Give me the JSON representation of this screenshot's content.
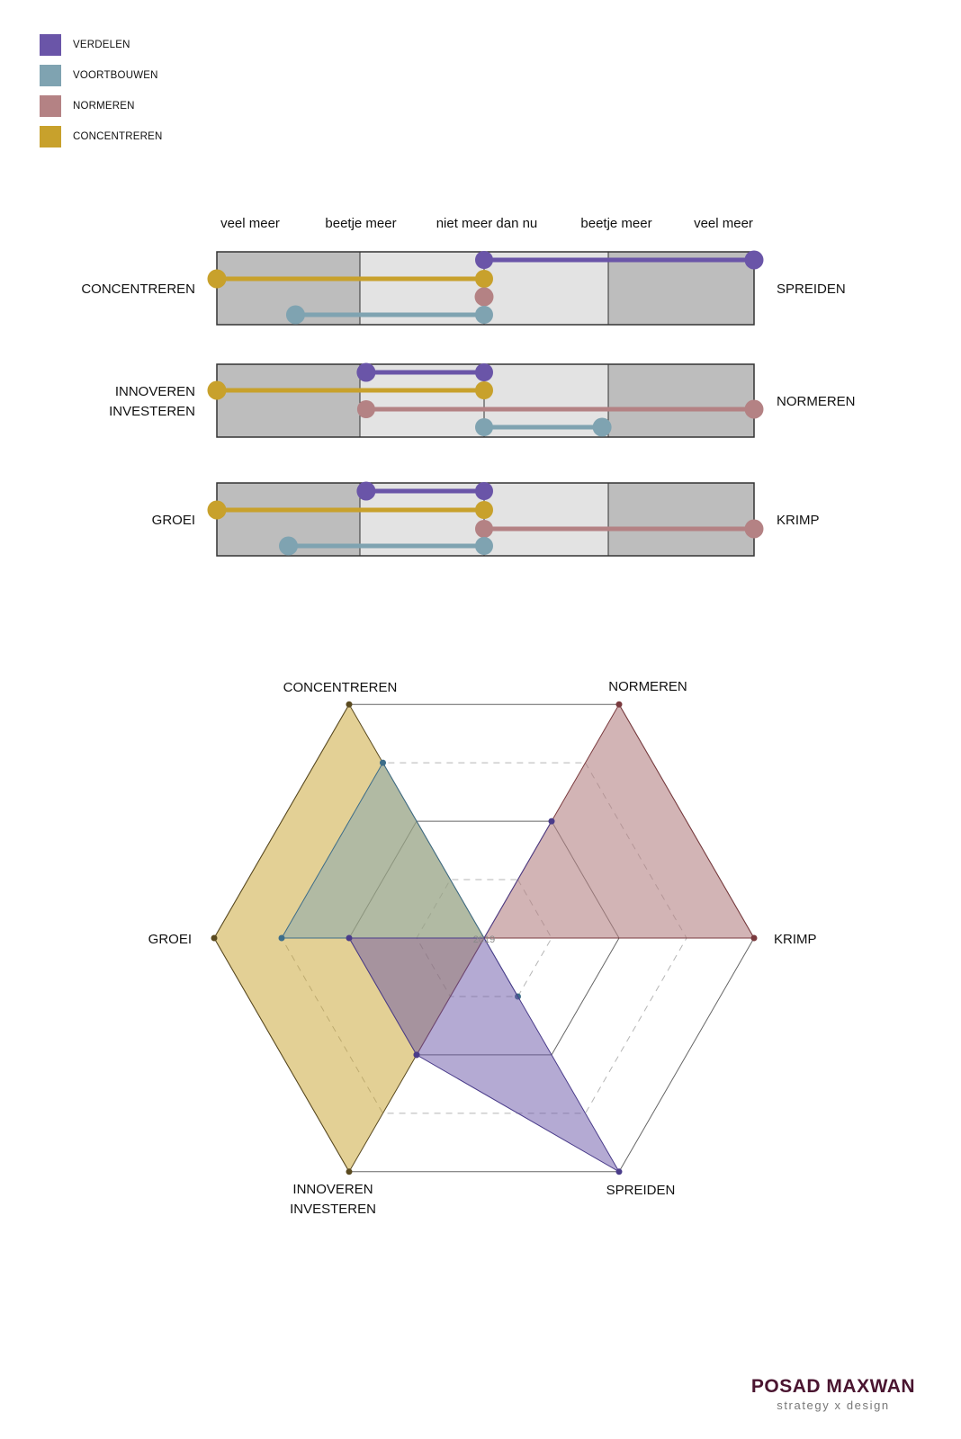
{
  "colors": {
    "verdelen": "#6a55a8",
    "voortbouwen": "#7fa3b1",
    "normeren": "#b48284",
    "concentreren": "#c8a12c",
    "bar_dark": "#bdbdbd",
    "bar_light": "#e3e3e3",
    "brand": "#4a1530"
  },
  "legend": [
    {
      "key": "verdelen",
      "label": "VERDELEN"
    },
    {
      "key": "voortbouwen",
      "label": "VOORTBOUWEN"
    },
    {
      "key": "normeren",
      "label": "NORMEREN"
    },
    {
      "key": "concentreren",
      "label": "CONCENTREREN"
    }
  ],
  "chart_data": [
    {
      "type": "dumbbell",
      "scale_labels": [
        "veel meer",
        "beetje meer",
        "niet meer dan nu",
        "beetje meer",
        "veel meer"
      ],
      "scale_range": [
        -2,
        2
      ],
      "rows": [
        {
          "left_label": [
            "CONCENTREREN"
          ],
          "right_label": [
            "SPREIDEN"
          ],
          "series": [
            {
              "key": "verdelen",
              "from": 0,
              "to": 2
            },
            {
              "key": "concentreren",
              "from": 0,
              "to": -2
            },
            {
              "key": "normeren",
              "from": 0,
              "to": 0
            },
            {
              "key": "voortbouwen",
              "from": 0,
              "to": -1.45
            }
          ]
        },
        {
          "left_label": [
            "INNOVEREN",
            "INVESTEREN"
          ],
          "right_label": [
            "NORMEREN"
          ],
          "series": [
            {
              "key": "verdelen",
              "from": 0,
              "to": -0.95
            },
            {
              "key": "concentreren",
              "from": 0,
              "to": -2
            },
            {
              "key": "normeren",
              "from": -0.95,
              "to": 2
            },
            {
              "key": "voortbouwen",
              "from": 0,
              "to": 0.95
            }
          ]
        },
        {
          "left_label": [
            "GROEI"
          ],
          "right_label": [
            "KRIMP"
          ],
          "series": [
            {
              "key": "verdelen",
              "from": 0,
              "to": -0.95
            },
            {
              "key": "concentreren",
              "from": 0,
              "to": -2
            },
            {
              "key": "normeren",
              "from": 0,
              "to": 2
            },
            {
              "key": "voortbouwen",
              "from": 0,
              "to": -1.5
            }
          ]
        }
      ]
    },
    {
      "type": "radar",
      "center_label": "2019",
      "axes": [
        {
          "key": "normeren",
          "label": [
            "NORMEREN"
          ]
        },
        {
          "key": "krimp",
          "label": [
            "KRIMP"
          ]
        },
        {
          "key": "spreiden",
          "label": [
            "SPREIDEN"
          ]
        },
        {
          "key": "innoveren",
          "label": [
            "INNOVEREN",
            "INVESTEREN"
          ]
        },
        {
          "key": "groei",
          "label": [
            "GROEI"
          ]
        },
        {
          "key": "concentreren",
          "label": [
            "CONCENTREREN"
          ]
        }
      ],
      "rings": [
        0.25,
        0.5,
        0.75,
        1.0
      ],
      "dashed_rings": [
        0.25,
        0.75
      ],
      "series": [
        {
          "key": "concentreren",
          "values": [
            0,
            0,
            0,
            1.0,
            1.0,
            1.0
          ]
        },
        {
          "key": "voortbouwen",
          "values": [
            0,
            0,
            0.25,
            0,
            0.75,
            0.75
          ]
        },
        {
          "key": "normeren",
          "values": [
            1.0,
            1.0,
            0,
            0.5,
            0,
            0
          ]
        },
        {
          "key": "verdelen",
          "values": [
            0.5,
            0,
            1.0,
            0.5,
            0.5,
            0
          ]
        }
      ]
    }
  ],
  "brand": {
    "name": "POSAD MAXWAN",
    "tagline": "strategy x design"
  }
}
